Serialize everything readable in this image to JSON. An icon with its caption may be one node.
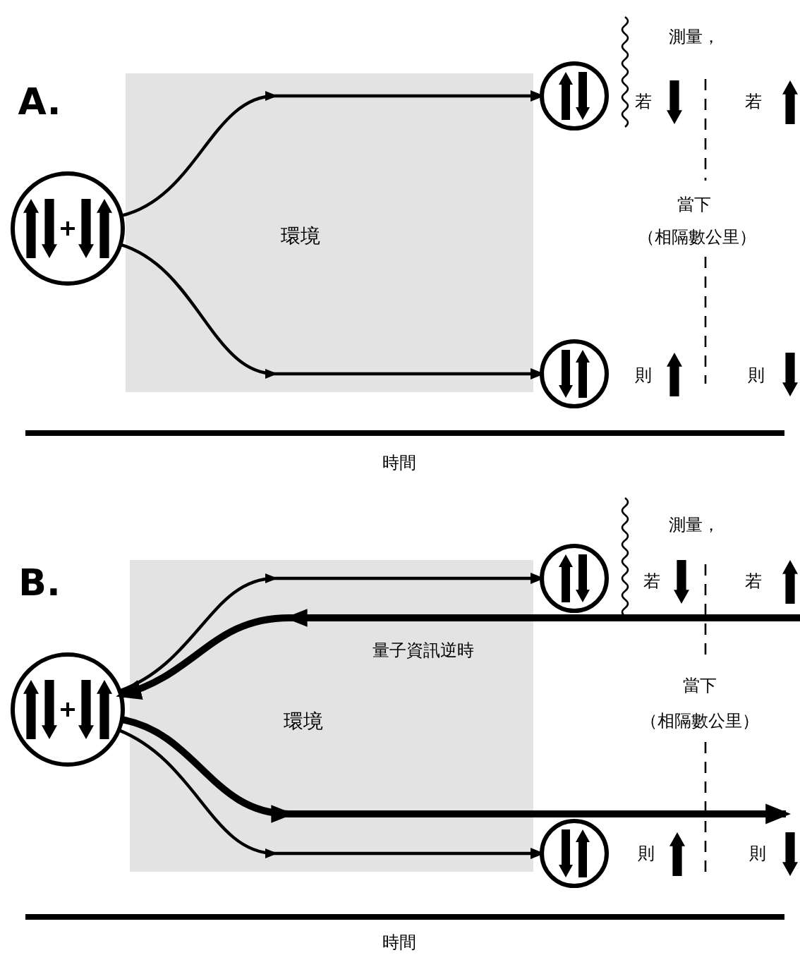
{
  "diagram": {
    "nodes": [
      {
        "text": [],
        "shape": "circle"
      },
      {
        "text": [],
        "shape": "circle"
      },
      {
        "text": [],
        "shape": "circle"
      },
      {
        "text": [],
        "shape": "circle"
      },
      {
        "text": [],
        "shape": "circle"
      },
      {
        "text": [],
        "shape": "circle"
      }
    ],
    "edges": [
      {
        "from": 0,
        "to": 1,
        "arrow": "to"
      },
      {
        "from": 0,
        "to": 2,
        "arrow": "to"
      },
      {
        "from": 3,
        "to": 4,
        "arrow": "to"
      },
      {
        "from": null,
        "to": 3,
        "arrow": "to",
        "style": "thick",
        "label": "量子資訊逆時"
      },
      {
        "from": 3,
        "to": null,
        "arrow": "to",
        "style": "thick"
      },
      {
        "from": 3,
        "to": 5,
        "arrow": "to"
      }
    ],
    "labels": [
      "A.",
      "測量，",
      "若",
      "若",
      "環境",
      "當下",
      "（相隔數公里）",
      "則",
      "則",
      "時間",
      "B.",
      "測量，",
      "若",
      "若",
      "環境",
      "當下",
      "（相隔數公里）",
      "則",
      "則",
      "時間"
    ]
  }
}
